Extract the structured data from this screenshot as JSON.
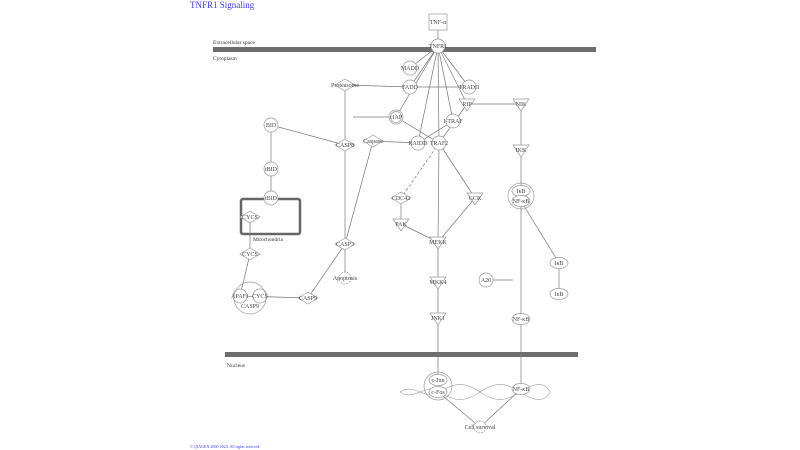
{
  "title": "TNFR1 Signaling",
  "footer": "© QIAGEN 2000-2024. All rights reserved.",
  "compartments": {
    "extracellular": "Extracellular space",
    "cytoplasm": "Cytoplasm",
    "mitochondria": "Mitochondria",
    "nucleus": "Nucleus"
  },
  "nodes": {
    "tnfa": "TNF-α",
    "tnfr1": "TNFR1",
    "madd": "MADD",
    "fadd": "FADD",
    "tradd": "TRADD",
    "rip": "RIP",
    "nik": "NIK",
    "ciap": "cIAP",
    "itraf": "I-TRAF",
    "proteasome": "Proteasome",
    "bid": "BID",
    "casp8": "CASP8",
    "caspase": "Caspase",
    "raidd": "RAIDD",
    "traf2": "TRAF2",
    "ikk": "IKK",
    "tbid1": "tBID",
    "tbid2": "tBID",
    "cycs1": "CYCS",
    "cycs2": "CYCS",
    "apaf1": "APAF1",
    "cycs3": "CYCS",
    "casp9a": "CASP9",
    "casp9": "CASP9",
    "casp3": "CASP3",
    "apoptosis": "Apoptosis",
    "cdc42": "CDC42",
    "pak": "PAK",
    "gck": "GCK",
    "mekk": "MEKK",
    "mkk4": "MKK4",
    "jnk1": "JNK1",
    "ikb1": "IκB",
    "nfkb1": "NF-κB",
    "ikb2": "IκB",
    "ikb3": "IκB",
    "a20": "A20",
    "nfkb2": "NF-κB",
    "cjun": "c-Jun",
    "cfos": "c-Fos",
    "nfkb3": "NF-κB",
    "survival": "Cell survival"
  },
  "colors": {
    "membrane": "#6e6e6e",
    "node": "#999999",
    "edge": "#666666",
    "link": "#3a3aff"
  }
}
